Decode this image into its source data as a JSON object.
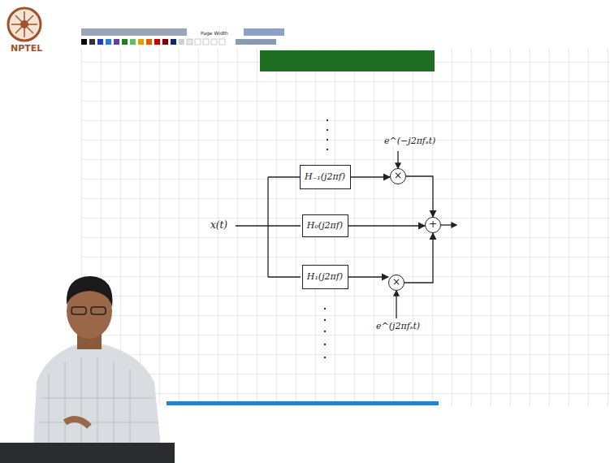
{
  "diagram": {
    "nodes": [
      {
        "text": [
          "H₋₁(j2πf)"
        ]
      },
      {
        "text": [
          "×"
        ]
      },
      {
        "text": [
          "H₀(j2πf)"
        ]
      },
      {
        "text": [
          "+"
        ]
      },
      {
        "text": [
          "H₁(j2πf)"
        ]
      },
      {
        "text": [
          "×"
        ]
      }
    ],
    "edges": [
      {
        "from": 0,
        "to": 1,
        "arrow": "to"
      },
      {
        "from": 1,
        "to": 3,
        "arrow": "to"
      },
      {
        "from": 2,
        "to": 3,
        "arrow": "to"
      },
      {
        "from": 4,
        "to": 5,
        "arrow": "to"
      },
      {
        "from": 5,
        "to": 3,
        "arrow": "to"
      }
    ],
    "labels": [
      "NPTEL",
      "Page Width",
      "x(t)",
      "e^(−j2πfₛt)",
      "e^(j2πfₛt)"
    ]
  }
}
